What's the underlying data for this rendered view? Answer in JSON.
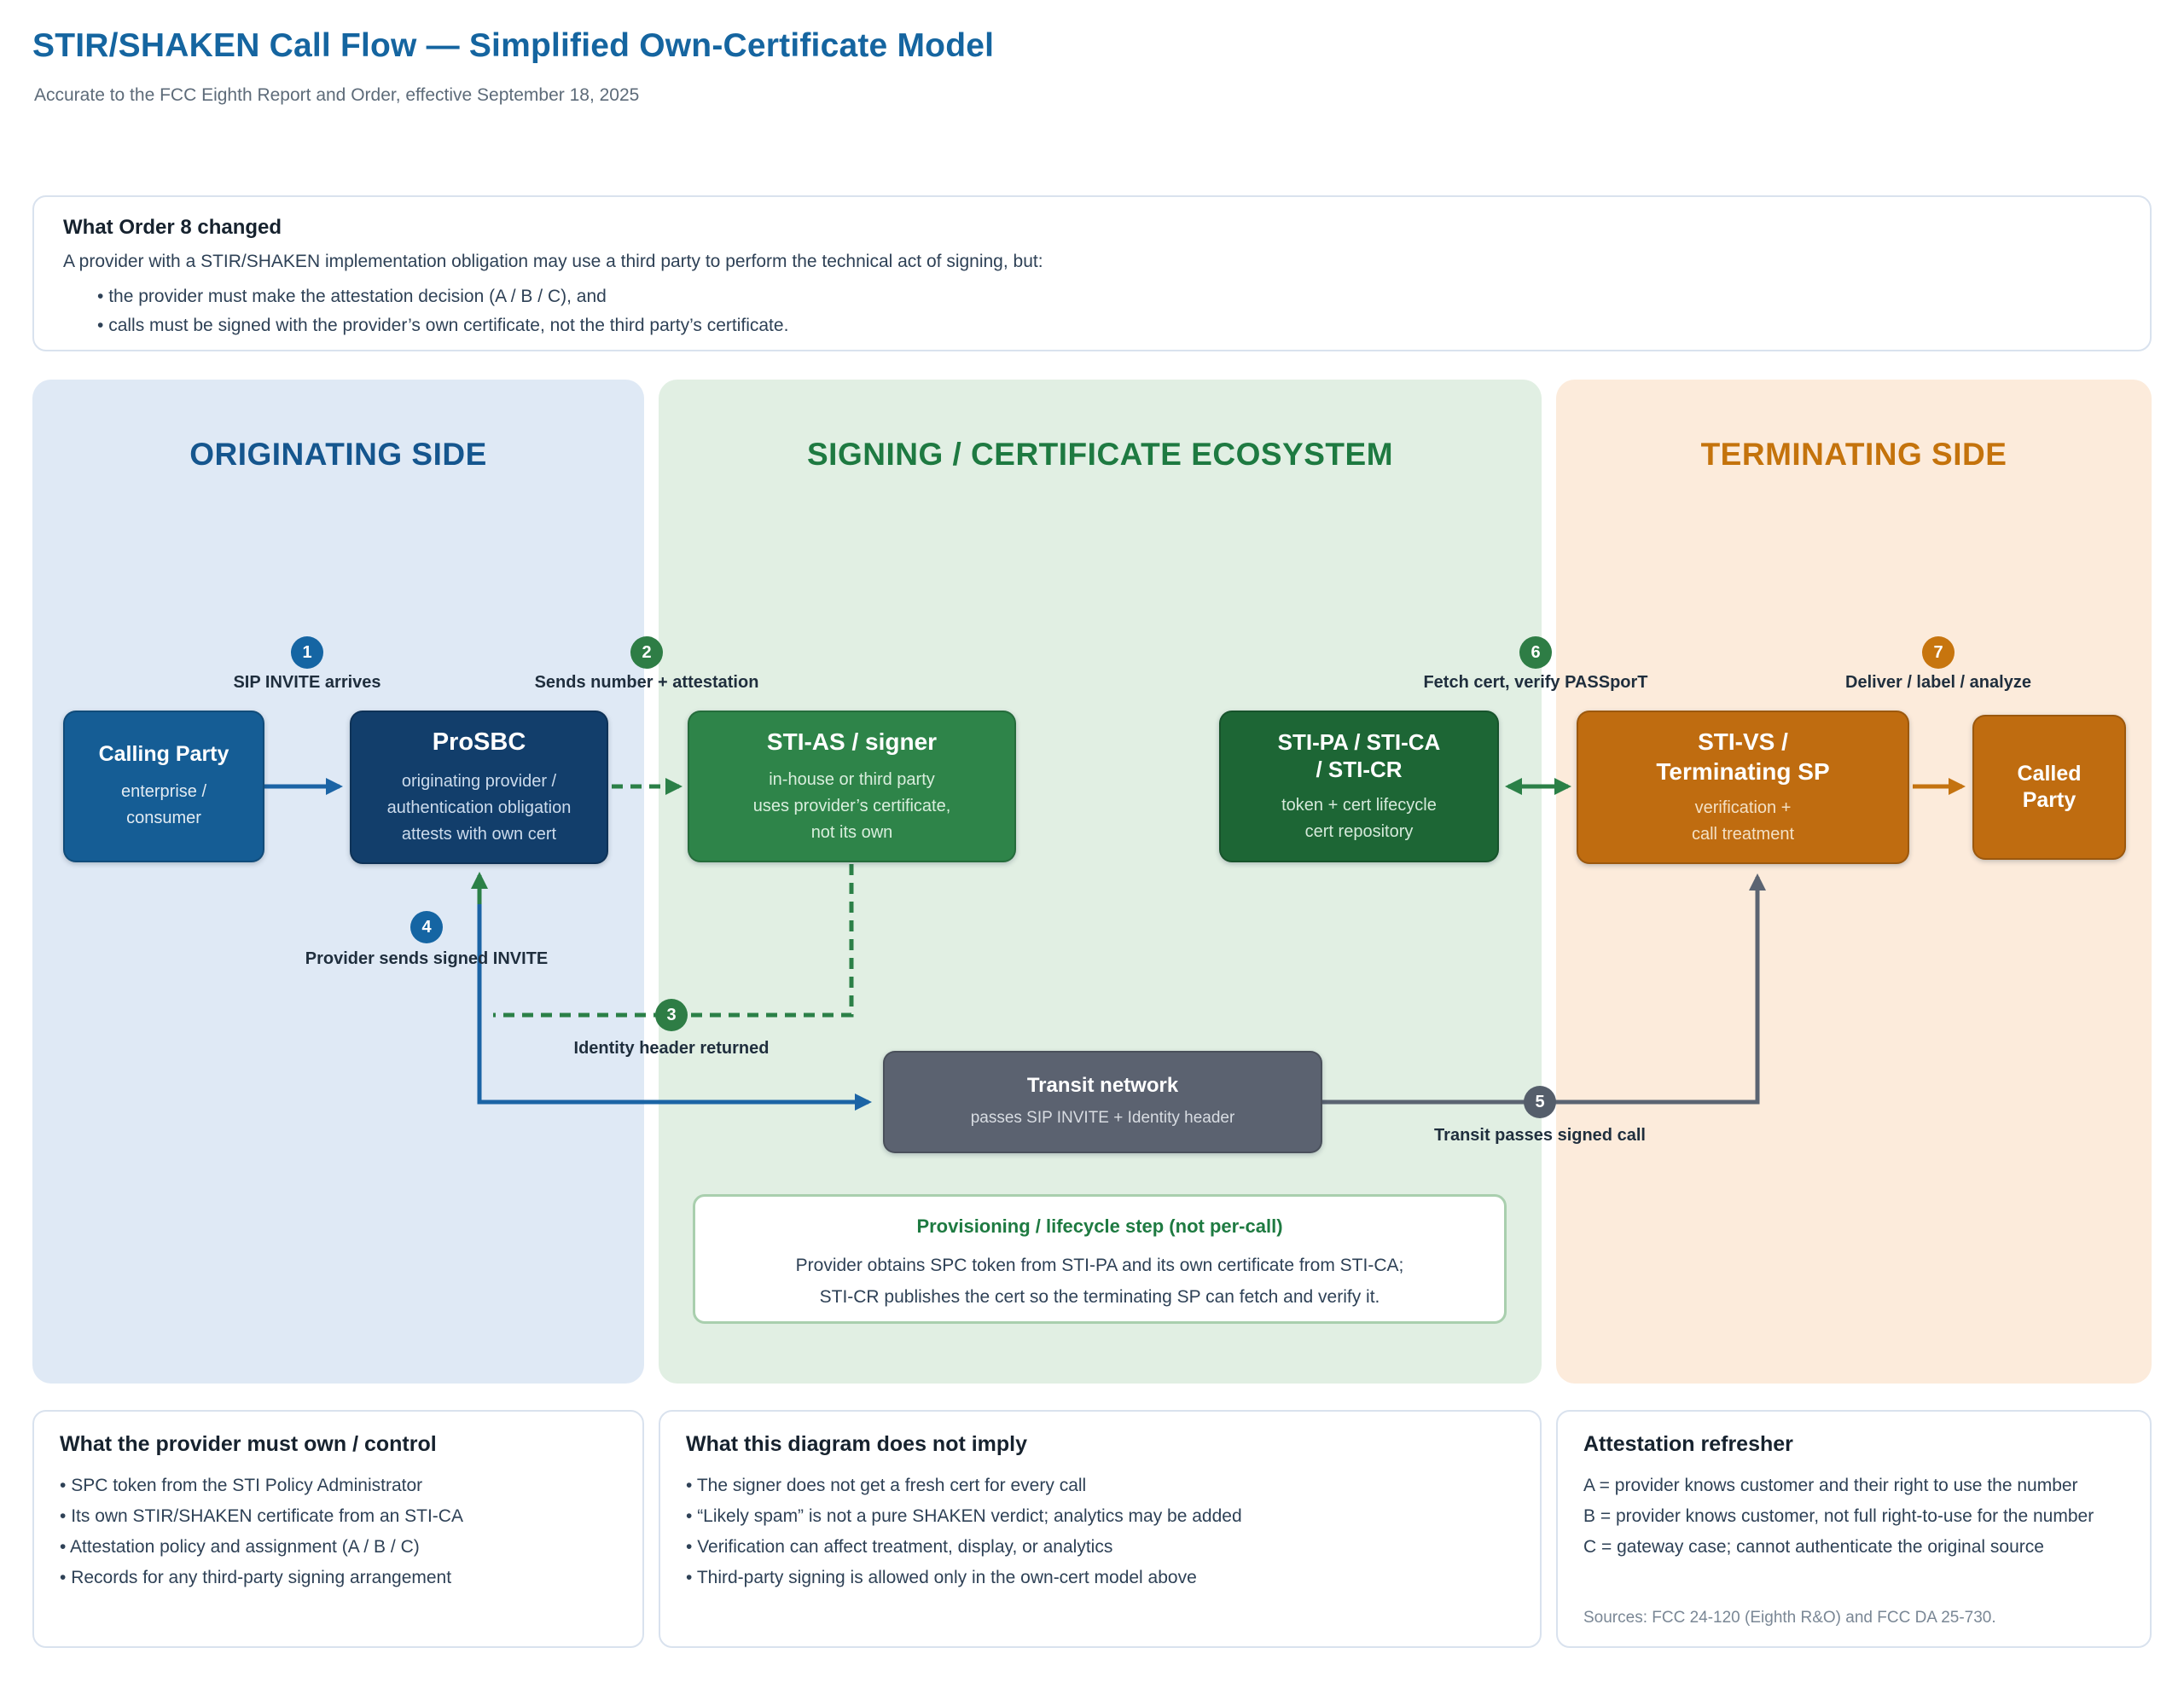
{
  "colors": {
    "accent_title": "#1565a0",
    "subtitle_text": "#5d6b79",
    "panel_originating_bg": "#dfe9f5",
    "panel_signing_bg": "#e1efe3",
    "panel_terminating_bg": "#fcebdb",
    "panel_originating_title": "#15568e",
    "panel_signing_title": "#1e7a41",
    "panel_terminating_title": "#c4730c",
    "node_calling": "#155d95",
    "node_prosbc": "#123e6b",
    "node_sti_as": "#2e8449",
    "node_sti_pa": "#1d6635",
    "node_orange": "#bf6c10",
    "node_transit": "#5b6270",
    "step_blue": "#1565a3",
    "step_green": "#2e7d45",
    "step_gray": "#555e6b",
    "step_orange": "#c7750e",
    "arrow_blue": "#1b64a5",
    "arrow_green": "#2b8047",
    "arrow_orange": "#c47310",
    "arrow_gray": "#5b6472",
    "text_dark": "#1f2e3d",
    "body_text": "#2e4156",
    "card_border": "#d9e2ee",
    "prov_border": "#a9cfae",
    "muted": "#7a8795"
  },
  "header": {
    "title": "STIR/SHAKEN Call Flow — Simplified Own-Certificate Model",
    "subtitle": "Accurate to the FCC Eighth Report and Order, effective September 18, 2025"
  },
  "order8": {
    "heading": "What Order 8 changed",
    "intro": "A provider with a STIR/SHAKEN implementation obligation may use a third party to perform the technical act of signing, but:",
    "bullets": [
      "the provider must make the attestation decision (A / B / C), and",
      "calls must be signed with the provider’s own certificate, not the third party’s certificate."
    ]
  },
  "panels": [
    {
      "title": "ORIGINATING SIDE"
    },
    {
      "title": "SIGNING / CERTIFICATE ECOSYSTEM"
    },
    {
      "title": "TERMINATING SIDE"
    }
  ],
  "steps": [
    {
      "num": "1",
      "label": "SIP INVITE arrives"
    },
    {
      "num": "2",
      "label": "Sends number + attestation"
    },
    {
      "num": "3",
      "label": "Identity header returned"
    },
    {
      "num": "4",
      "label": "Provider sends signed INVITE"
    },
    {
      "num": "5",
      "label": "Transit passes signed call"
    },
    {
      "num": "6",
      "label": "Fetch cert, verify PASSporT"
    },
    {
      "num": "7",
      "label": "Deliver / label / analyze"
    }
  ],
  "nodes": {
    "calling_party": {
      "title": "Calling Party",
      "sub": [
        "enterprise /",
        "consumer"
      ]
    },
    "prosbc": {
      "title": "ProSBC",
      "sub": [
        "originating provider /",
        "authentication obligation",
        "attests with own cert"
      ]
    },
    "sti_as": {
      "title": "STI-AS / signer",
      "sub": [
        "in-house or third party",
        "uses provider’s certificate,",
        "not its own"
      ]
    },
    "sti_pa": {
      "title_line1": "STI-PA / STI-CA",
      "title_line2": "/ STI-CR",
      "sub": [
        "token + cert lifecycle",
        "cert repository"
      ]
    },
    "sti_vs": {
      "title_line1": "STI-VS /",
      "title_line2": "Terminating SP",
      "sub": [
        "verification +",
        "call treatment"
      ]
    },
    "called_party": {
      "title_line1": "Called",
      "title_line2": "Party"
    },
    "transit": {
      "title": "Transit network",
      "sub": "passes SIP INVITE + Identity header"
    }
  },
  "provisioning": {
    "heading": "Provisioning / lifecycle step (not per-call)",
    "lines": [
      "Provider obtains SPC token from STI-PA and its own certificate from STI-CA;",
      "STI-CR publishes the cert so the terminating SP can fetch and verify it."
    ]
  },
  "cards": [
    {
      "heading": "What the provider must own / control",
      "items": [
        "SPC token from the STI Policy Administrator",
        "Its own STIR/SHAKEN certificate from an STI-CA",
        "Attestation policy and assignment (A / B / C)",
        "Records for any third-party signing arrangement"
      ]
    },
    {
      "heading": "What this diagram does not imply",
      "items": [
        "The signer does not get a fresh cert for every call",
        "“Likely spam” is not a pure SHAKEN verdict; analytics may be added",
        "Verification can affect treatment, display, or analytics",
        "Third-party signing is allowed only in the own-cert model above"
      ]
    },
    {
      "heading": "Attestation refresher",
      "items": [
        "A = provider knows customer and their right to use the number",
        "B = provider knows customer, not full right-to-use for the number",
        "C = gateway case; cannot authenticate the original source"
      ],
      "sources": "Sources: FCC 24-120 (Eighth R&O) and FCC DA 25-730."
    }
  ]
}
